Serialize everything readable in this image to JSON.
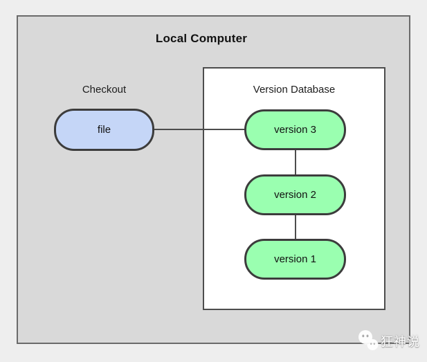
{
  "diagram": {
    "title": "Local Computer",
    "checkout": {
      "label": "Checkout",
      "node_label": "file"
    },
    "version_database": {
      "label": "Version Database",
      "nodes": [
        "version 3",
        "version 2",
        "version 1"
      ]
    },
    "connections": [
      "file - version 3",
      "version 3 - version 2",
      "version 2 - version 1"
    ],
    "colors": {
      "page_background": "#eeeeee",
      "outer_box_fill": "#d9d9d9",
      "outer_box_border": "#6a6a6a",
      "database_box_fill": "#ffffff",
      "database_box_border": "#4c4c4c",
      "file_node_fill": "#c5d6f7",
      "version_node_fill": "#9affb0",
      "node_border": "#3c3c3c",
      "connector": "#4c4c4c"
    }
  },
  "watermark": {
    "icon": "wechat-bubbles-icon",
    "text": "狂神说"
  }
}
